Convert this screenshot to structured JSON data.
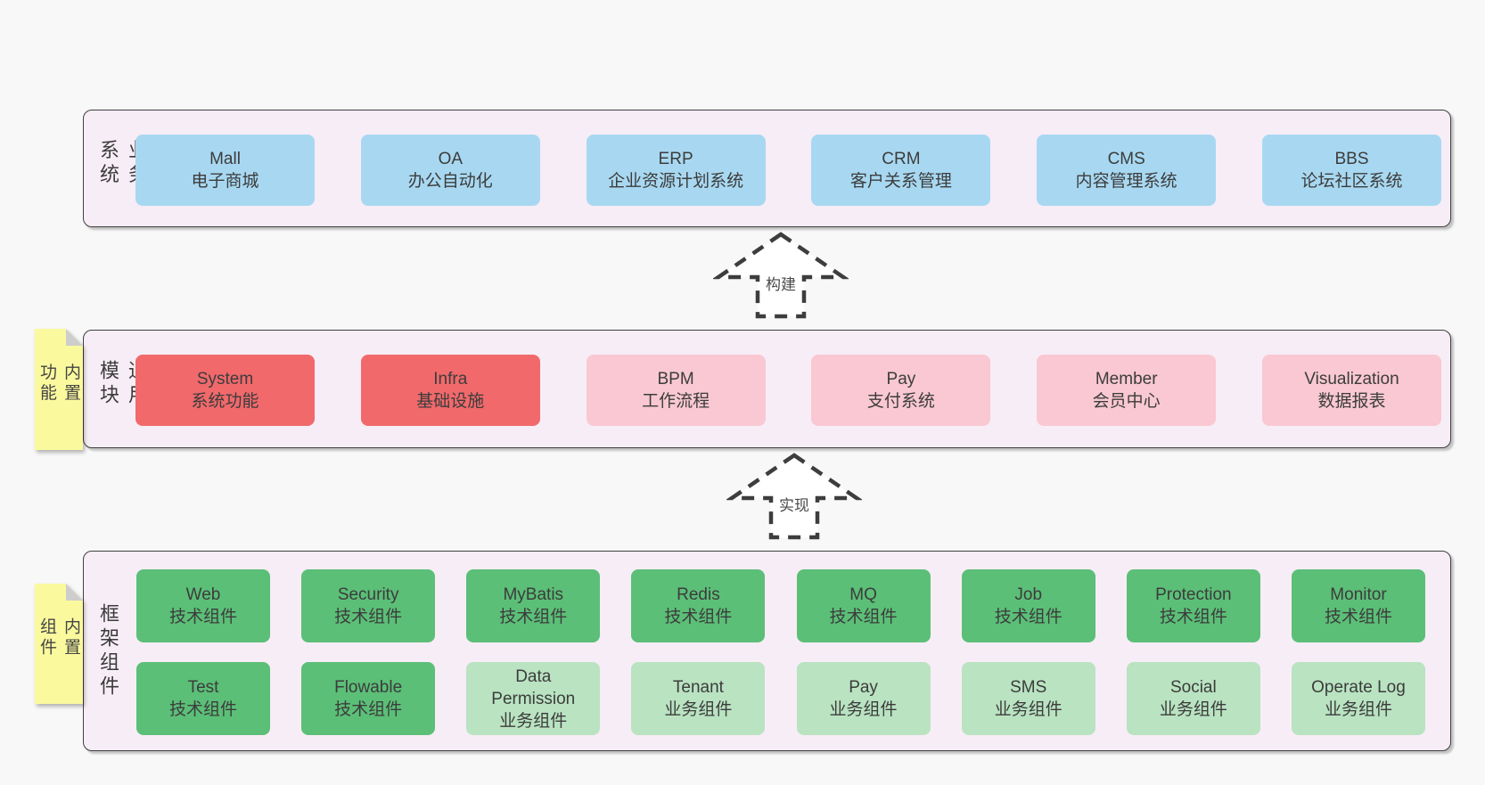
{
  "colors": {
    "page_bg": "#f8f8f8",
    "panel_bg": "#f7edf6",
    "panel_border": "#3f3f3f",
    "box_blue": "#a8d8f1",
    "box_red": "#f1696b",
    "box_pink": "#f9c8d2",
    "box_green": "#5bbf77",
    "box_green_light": "#b9e3c1",
    "note_yellow": "#fbf99e",
    "note_fold_gray": "#cdcdcd",
    "text": "#3c3c3c"
  },
  "layer_business": {
    "label": "业务系统",
    "boxes": [
      {
        "name": "Mall",
        "desc": "电子商城",
        "variant": "blue"
      },
      {
        "name": "OA",
        "desc": "办公自动化",
        "variant": "blue"
      },
      {
        "name": "ERP",
        "desc": "企业资源计划系统",
        "variant": "blue"
      },
      {
        "name": "CRM",
        "desc": "客户关系管理",
        "variant": "blue"
      },
      {
        "name": "CMS",
        "desc": "内容管理系统",
        "variant": "blue"
      },
      {
        "name": "BBS",
        "desc": "论坛社区系统",
        "variant": "blue"
      }
    ]
  },
  "arrow_build": {
    "label": "构建"
  },
  "layer_modules": {
    "label": "通用模块",
    "note": "内置功能",
    "boxes": [
      {
        "name": "System",
        "desc": "系统功能",
        "variant": "red"
      },
      {
        "name": "Infra",
        "desc": "基础设施",
        "variant": "red"
      },
      {
        "name": "BPM",
        "desc": "工作流程",
        "variant": "pink"
      },
      {
        "name": "Pay",
        "desc": "支付系统",
        "variant": "pink"
      },
      {
        "name": "Member",
        "desc": "会员中心",
        "variant": "pink"
      },
      {
        "name": "Visualization",
        "desc": "数据报表",
        "variant": "pink"
      }
    ]
  },
  "arrow_implement": {
    "label": "实现"
  },
  "layer_components": {
    "label": "框架组件",
    "note": "内置组件",
    "row1": [
      {
        "name": "Web",
        "desc": "技术组件",
        "variant": "green"
      },
      {
        "name": "Security",
        "desc": "技术组件",
        "variant": "green"
      },
      {
        "name": "MyBatis",
        "desc": "技术组件",
        "variant": "green"
      },
      {
        "name": "Redis",
        "desc": "技术组件",
        "variant": "green"
      },
      {
        "name": "MQ",
        "desc": "技术组件",
        "variant": "green"
      },
      {
        "name": "Job",
        "desc": "技术组件",
        "variant": "green"
      },
      {
        "name": "Protection",
        "desc": "技术组件",
        "variant": "green"
      },
      {
        "name": "Monitor",
        "desc": "技术组件",
        "variant": "green"
      }
    ],
    "row2": [
      {
        "name": "Test",
        "desc": "技术组件",
        "variant": "green"
      },
      {
        "name": "Flowable",
        "desc": "技术组件",
        "variant": "green"
      },
      {
        "name": "Data\nPermission",
        "desc": "业务组件",
        "variant": "green-light"
      },
      {
        "name": "Tenant",
        "desc": "业务组件",
        "variant": "green-light"
      },
      {
        "name": "Pay",
        "desc": "业务组件",
        "variant": "green-light"
      },
      {
        "name": "SMS",
        "desc": "业务组件",
        "variant": "green-light"
      },
      {
        "name": "Social",
        "desc": "业务组件",
        "variant": "green-light"
      },
      {
        "name": "Operate Log",
        "desc": "业务组件",
        "variant": "green-light"
      }
    ]
  }
}
